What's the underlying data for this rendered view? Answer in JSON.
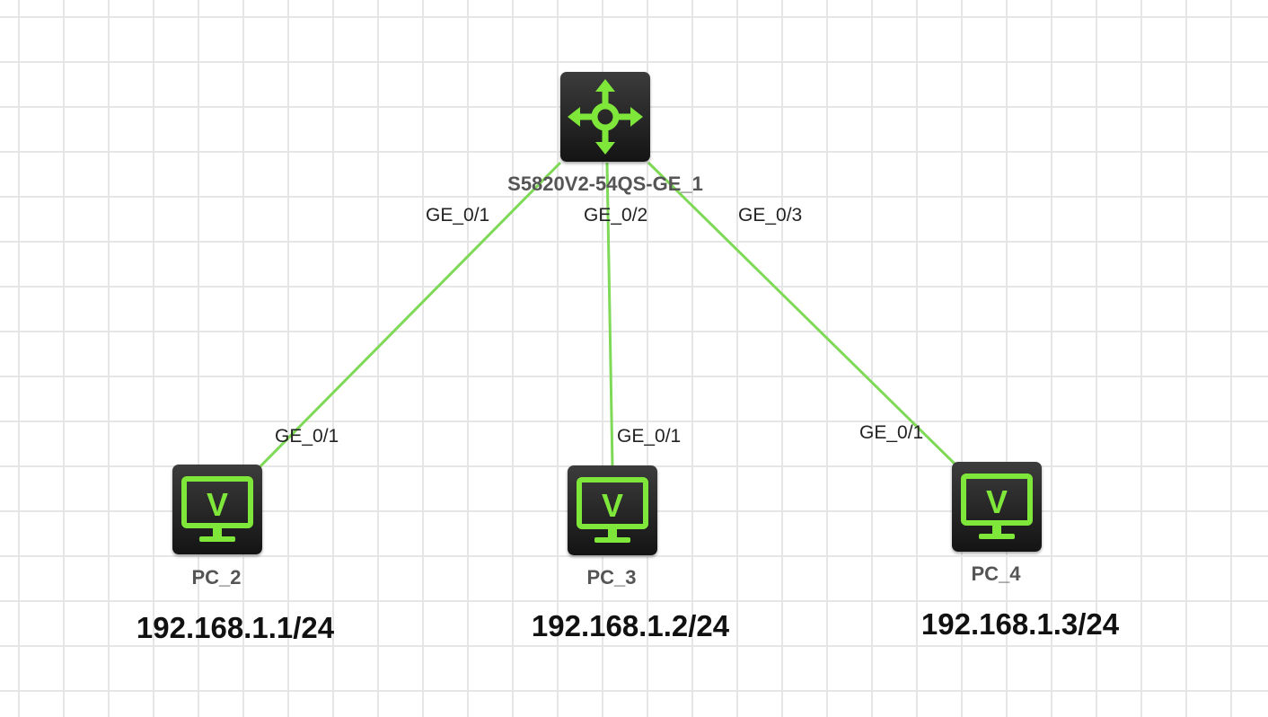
{
  "diagram": {
    "link_color": "#7ed957",
    "icon_color": "#7fe63a",
    "switch": {
      "name": "S5820V2-54QS-GE_1",
      "icon": "router-arrows-icon"
    },
    "pcs": [
      {
        "name": "PC_2",
        "ip": "192.168.1.1/24",
        "icon": "monitor-icon",
        "glyph": "V"
      },
      {
        "name": "PC_3",
        "ip": "192.168.1.2/24",
        "icon": "monitor-icon",
        "glyph": "V"
      },
      {
        "name": "PC_4",
        "ip": "192.168.1.3/24",
        "icon": "monitor-icon",
        "glyph": "V"
      }
    ],
    "links": [
      {
        "from": "S5820V2-54QS-GE_1",
        "from_port": "GE_0/1",
        "to": "PC_2",
        "to_port": "GE_0/1"
      },
      {
        "from": "S5820V2-54QS-GE_1",
        "from_port": "GE_0/2",
        "to": "PC_3",
        "to_port": "GE_0/1"
      },
      {
        "from": "S5820V2-54QS-GE_1",
        "from_port": "GE_0/3",
        "to": "PC_4",
        "to_port": "GE_0/1"
      }
    ]
  }
}
